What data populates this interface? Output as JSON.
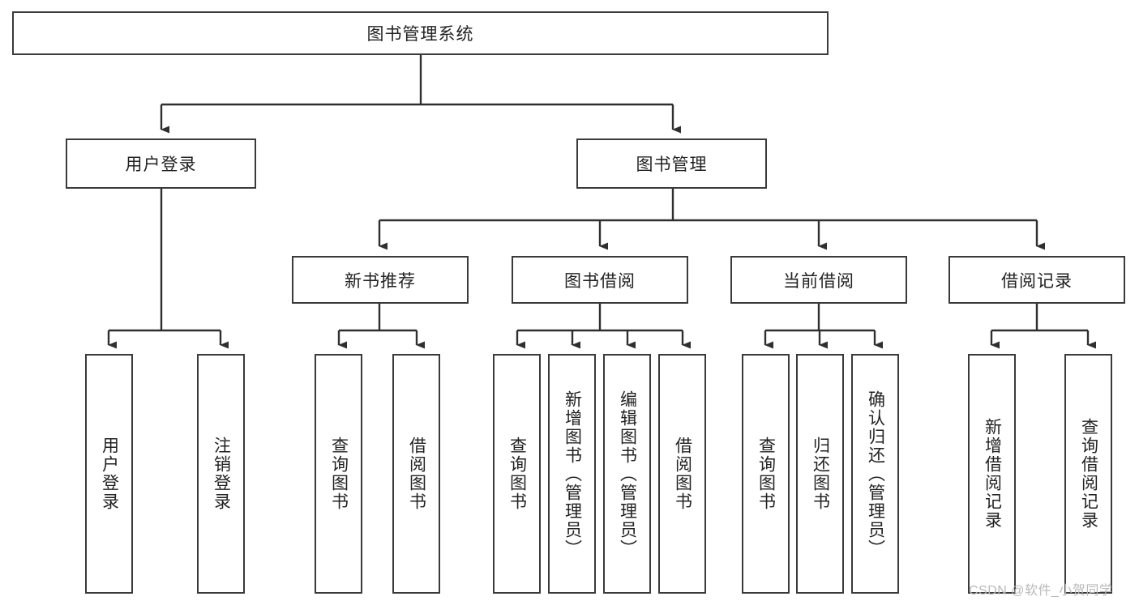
{
  "diagram": {
    "type": "tree-hierarchy",
    "title": "图书管理系统",
    "watermark": "CSDN @软件_小贺同学",
    "colors": {
      "box_border": "#3a3a3a",
      "box_fill": "#ffffff",
      "connector": "#2f2f2f",
      "text": "#222222",
      "watermark": "#b9b9b9"
    },
    "levels": {
      "root": {
        "label": "图书管理系统"
      },
      "level2": [
        {
          "label": "用户登录"
        },
        {
          "label": "图书管理"
        }
      ],
      "level3": [
        {
          "label": "新书推荐"
        },
        {
          "label": "图书借阅"
        },
        {
          "label": "当前借阅"
        },
        {
          "label": "借阅记录"
        }
      ],
      "leaves_user_login": [
        {
          "label": "用户登录"
        },
        {
          "label": "注销登录"
        }
      ],
      "leaves_new_book": [
        {
          "label": "查询图书"
        },
        {
          "label": "借阅图书"
        }
      ],
      "leaves_borrow": [
        {
          "label": "查询图书"
        },
        {
          "label": "新增图书（管理员）"
        },
        {
          "label": "编辑图书（管理员）"
        },
        {
          "label": "借阅图书"
        }
      ],
      "leaves_current": [
        {
          "label": "查询图书"
        },
        {
          "label": "归还图书"
        },
        {
          "label": "确认归还（管理员）"
        }
      ],
      "leaves_records": [
        {
          "label": "新增借阅记录"
        },
        {
          "label": "查询借阅记录"
        }
      ]
    }
  }
}
